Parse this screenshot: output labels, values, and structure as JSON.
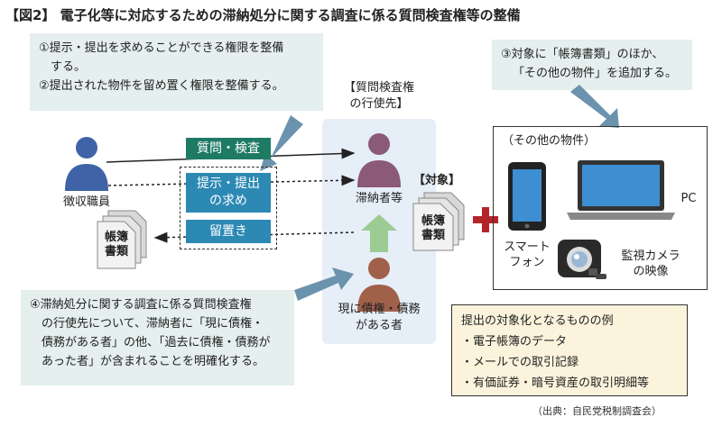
{
  "title": "【図2】 電子化等に対応するための滞納処分に関する調査に係る質問検査権等の整備",
  "note_top_left": {
    "line1": "①提示・提出を求めることができる権限を整備",
    "line2": "する。",
    "line3": "②提出された物件を留め置く権限を整備する。"
  },
  "note_top_right": {
    "line1": "③対象に「帳簿書類」のほか、",
    "line2": "「その他の物件」を追加する。"
  },
  "note_bottom_left": {
    "line1": "④滞納処分に関する調査に係る質問検査権",
    "line2": "の行使先について、滞納者に「現に債権・",
    "line3": "債務がある者」の他、「過去に債権・債務が",
    "line4": "あった者」が含まれることを明確化する。"
  },
  "exercise_target": {
    "line1": "【質問検査権",
    "line2": "の行使先】"
  },
  "tax_official": "徴収職員",
  "delinquent": "滞納者等",
  "debtor": {
    "line1": "現に債権・債務",
    "line2": "がある者"
  },
  "actions": {
    "question": "質問・検査",
    "present_line1": "提示・提出",
    "present_line2": "の求め",
    "retain": "留置き"
  },
  "ledger_left": {
    "line1": "帳簿",
    "line2": "書類"
  },
  "ledger_target": {
    "line1": "帳簿",
    "line2": "書類"
  },
  "target_label": "【対象】",
  "other_items_title": "（その他の物件）",
  "pc_label": "PC",
  "smartphone": {
    "line1": "スマート",
    "line2": "フォン"
  },
  "camera": {
    "line1": "監視カメラ",
    "line2": "の映像"
  },
  "examples": {
    "heading": "提出の対象化となるものの例",
    "item1": "・電子帳簿のデータ",
    "item2": "・メールでの取引記録",
    "item3": "・有価証券・暗号資産の取引明細等"
  },
  "source": "（出典：自民党税制調査会）",
  "colors": {
    "note_bg": "#e4efee",
    "panel_bg": "#e6eef7",
    "person_blue": "#3f63a6",
    "person_purple": "#8a5a78",
    "person_brown": "#a0604a",
    "button_green": "#1f7a63",
    "button_blue": "#2c89b4",
    "arrow_steel": "#6b93ad",
    "arrow_green": "#9ccc93",
    "plus_red": "#b5232a",
    "example_bg": "#fbf3dc"
  }
}
